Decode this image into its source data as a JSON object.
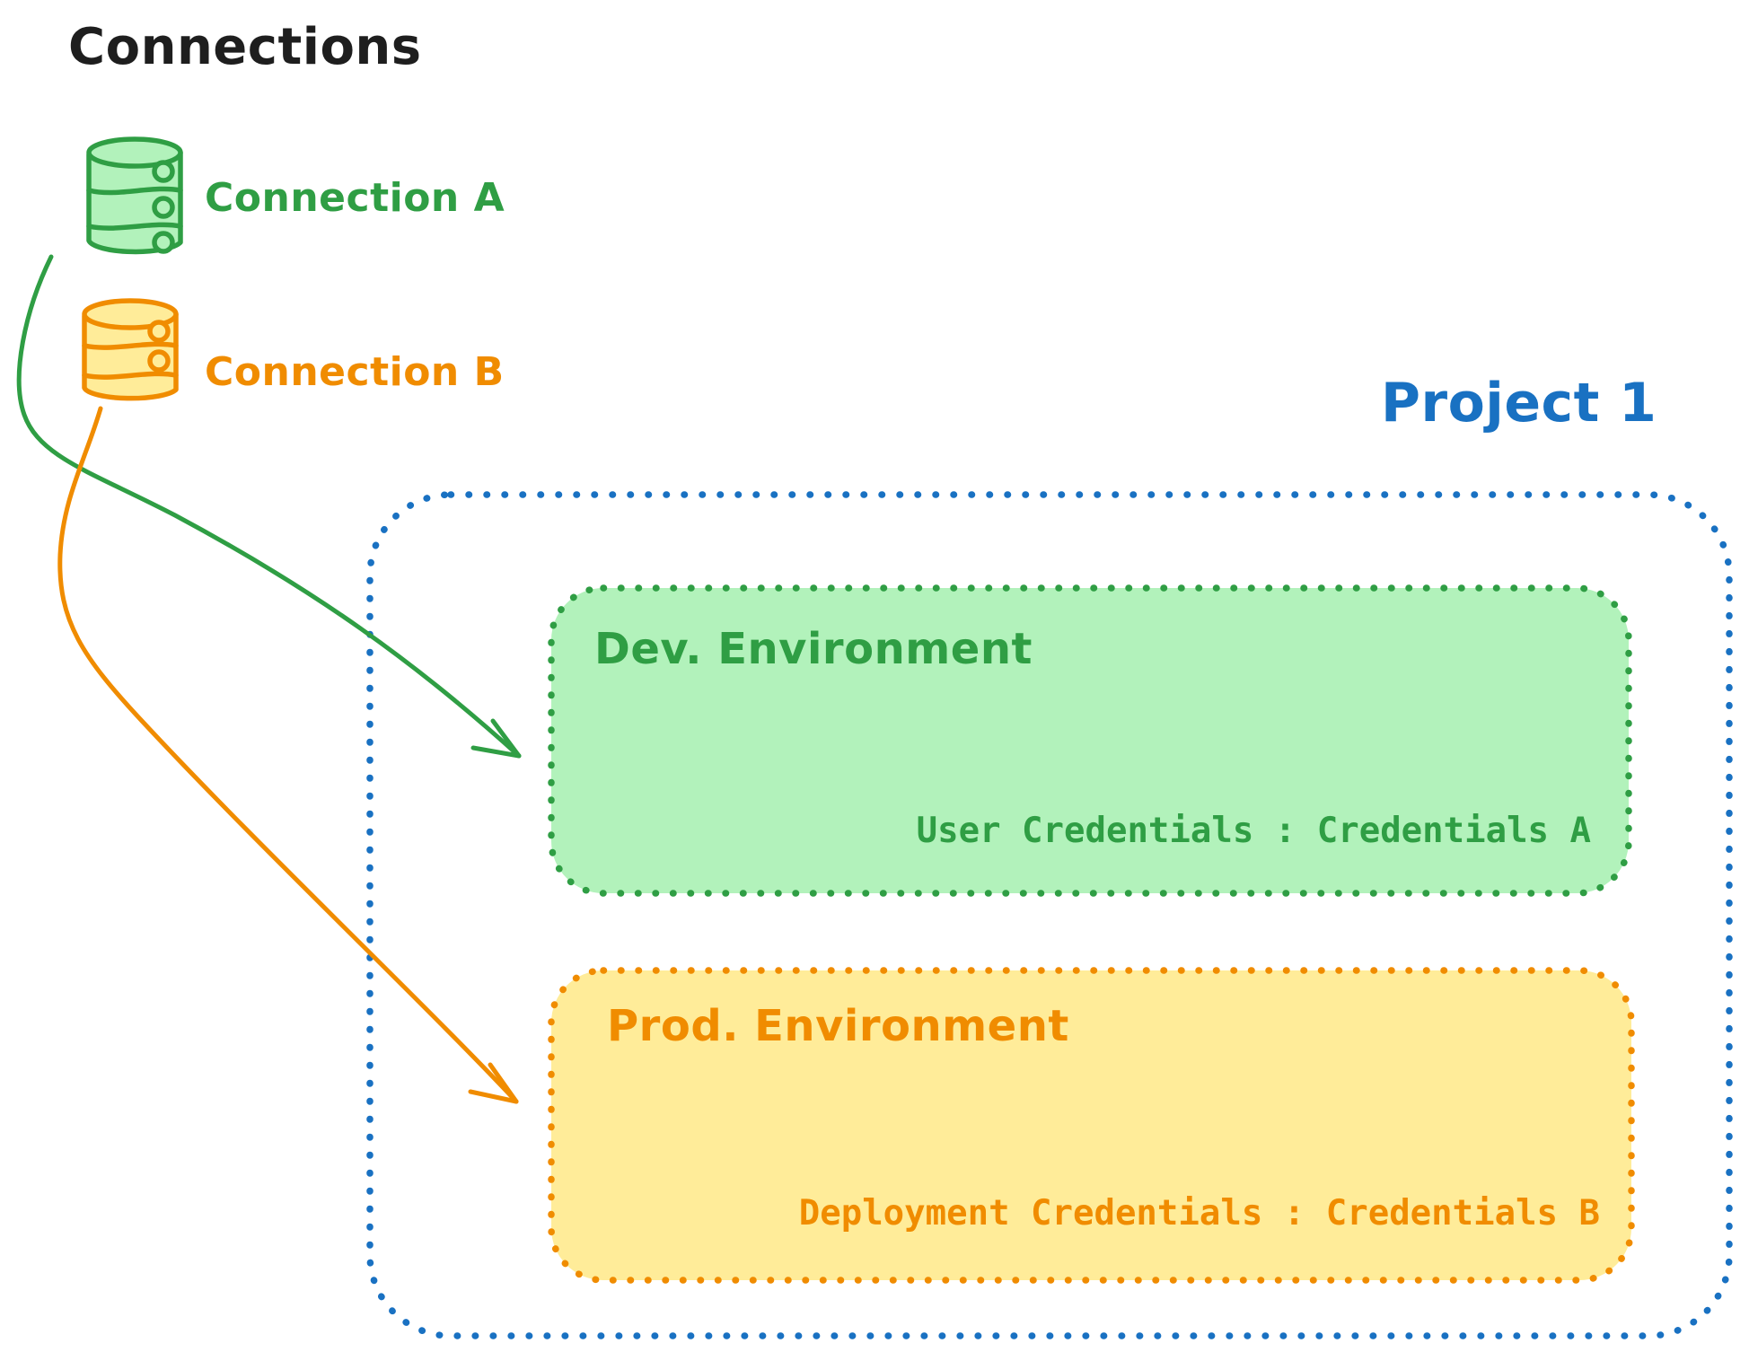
{
  "title": "Connections",
  "colors": {
    "black": "#1e1e1e",
    "green_stroke": "#2f9e44",
    "green_fill": "#b2f2bb",
    "orange_stroke": "#f08c00",
    "orange_fill": "#ffec99",
    "blue_stroke": "#1971c2"
  },
  "connections": [
    {
      "label": "Connection A",
      "color": "#2f9e44",
      "icon": "database-icon"
    },
    {
      "label": "Connection B",
      "color": "#f08c00",
      "icon": "database-icon"
    }
  ],
  "project": {
    "label": "Project 1",
    "environments": [
      {
        "name": "Dev. Environment",
        "credentials": "User Credentials : Credentials A"
      },
      {
        "name": "Prod. Environment",
        "credentials": "Deployment Credentials : Credentials B"
      }
    ]
  },
  "arrows": [
    {
      "from": "Connection A",
      "to": "Dev. Environment",
      "color": "#2f9e44"
    },
    {
      "from": "Connection B",
      "to": "Prod. Environment",
      "color": "#f08c00"
    }
  ]
}
